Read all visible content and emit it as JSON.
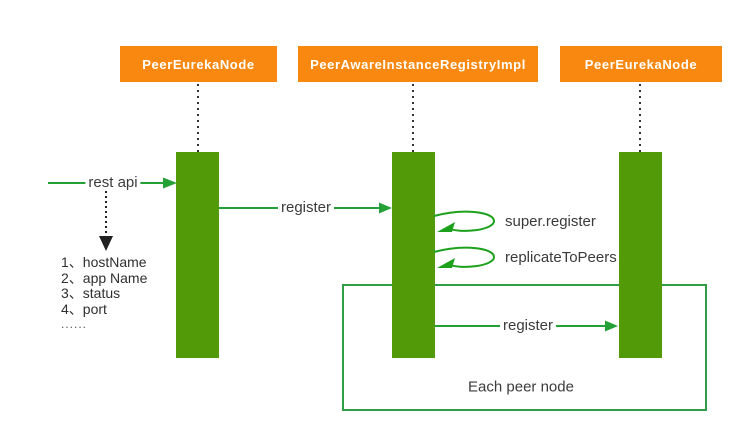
{
  "diagram": {
    "actors": [
      {
        "label": "PeerEurekaNode"
      },
      {
        "label": "PeerAwareInstanceRegistryImpl"
      },
      {
        "label": "PeerEurekaNode"
      }
    ],
    "messages": {
      "rest_api": "rest api",
      "register_1": "register",
      "super_register": "super.register",
      "replicate_to_peers": "replicateToPeers",
      "register_2": "register",
      "frame_label": "Each peer node"
    },
    "note_list": {
      "items": [
        "1、hostName",
        "2、app Name",
        "3、status",
        "4、port"
      ],
      "ellipsis": "......"
    },
    "colors": {
      "actor_fill": "#f8880f",
      "actor_text": "#ffffff",
      "bar_fill": "#529a08",
      "connector_green": "#23a036",
      "loop_green": "#1da11d",
      "frame_border": "#2f9e44",
      "lifeline_dotted": "#333333",
      "note_arrow": "#222222",
      "text": "#3b3b3b",
      "background": "#ffffff"
    }
  }
}
